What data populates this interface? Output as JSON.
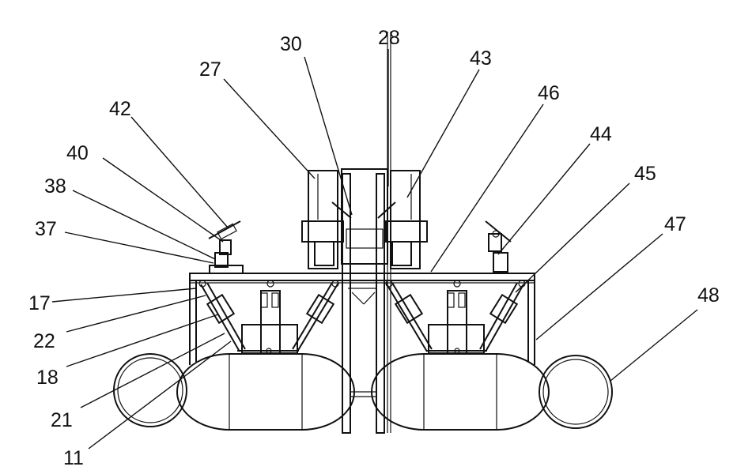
{
  "labels": [
    {
      "id": "l30",
      "text": "30"
    },
    {
      "id": "l28",
      "text": "28"
    },
    {
      "id": "l43",
      "text": "43"
    },
    {
      "id": "l27",
      "text": "27"
    },
    {
      "id": "l46",
      "text": "46"
    },
    {
      "id": "l42",
      "text": "42"
    },
    {
      "id": "l44",
      "text": "44"
    },
    {
      "id": "l40",
      "text": "40"
    },
    {
      "id": "l45",
      "text": "45"
    },
    {
      "id": "l38",
      "text": "38"
    },
    {
      "id": "l47",
      "text": "47"
    },
    {
      "id": "l37",
      "text": "37"
    },
    {
      "id": "l48",
      "text": "48"
    },
    {
      "id": "l17",
      "text": "17"
    },
    {
      "id": "l22",
      "text": "22"
    },
    {
      "id": "l18",
      "text": "18"
    },
    {
      "id": "l21",
      "text": "21"
    },
    {
      "id": "l11",
      "text": "11"
    }
  ]
}
